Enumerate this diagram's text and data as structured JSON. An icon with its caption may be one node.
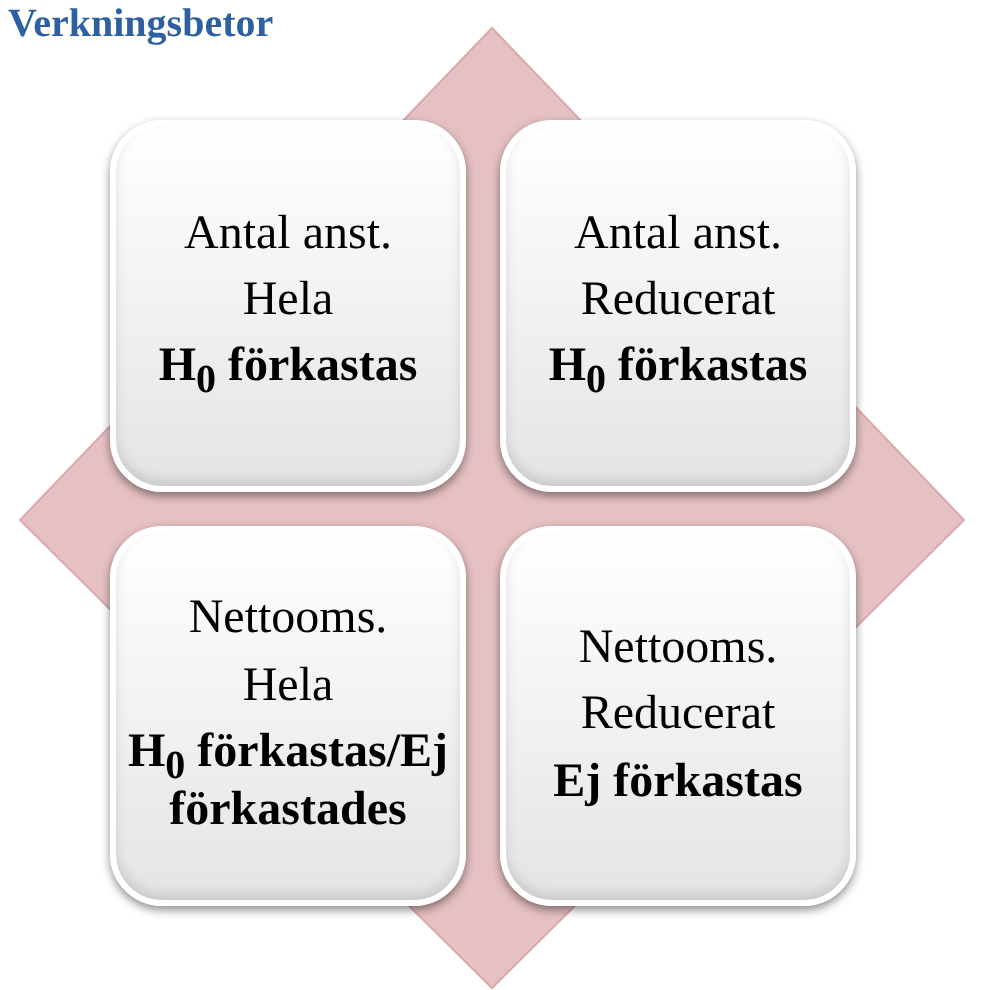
{
  "diagram": {
    "title": "Verkningsbetor",
    "nodes": [
      {
        "text": [
          "Antal anst.",
          "Hela",
          "H$_{0}$ förkastas"
        ]
      },
      {
        "text": [
          "Antal anst.",
          "Reducerat",
          "H$_{0}$ förkastas"
        ]
      },
      {
        "text": [
          "Nettooms.",
          "Hela",
          "H$_{0}$ förkastas/Ej förkastades"
        ]
      },
      {
        "text": [
          "Nettooms.",
          "Reducerat",
          "Ej förkastas"
        ]
      }
    ]
  }
}
